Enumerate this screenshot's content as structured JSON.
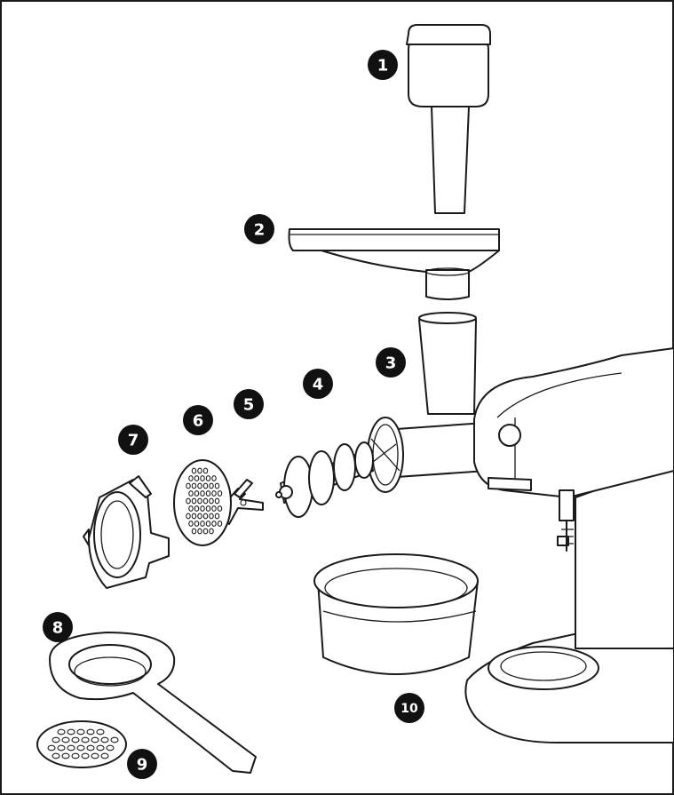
{
  "figure": {
    "border_color": "#1a1a1a",
    "line_color": "#1a1a1a",
    "callout_color": "#111111",
    "callouts": [
      {
        "label": "1"
      },
      {
        "label": "2"
      },
      {
        "label": "3"
      },
      {
        "label": "4"
      },
      {
        "label": "5"
      },
      {
        "label": "6"
      },
      {
        "label": "7"
      },
      {
        "label": "8"
      },
      {
        "label": "9"
      },
      {
        "label": "10"
      }
    ]
  }
}
